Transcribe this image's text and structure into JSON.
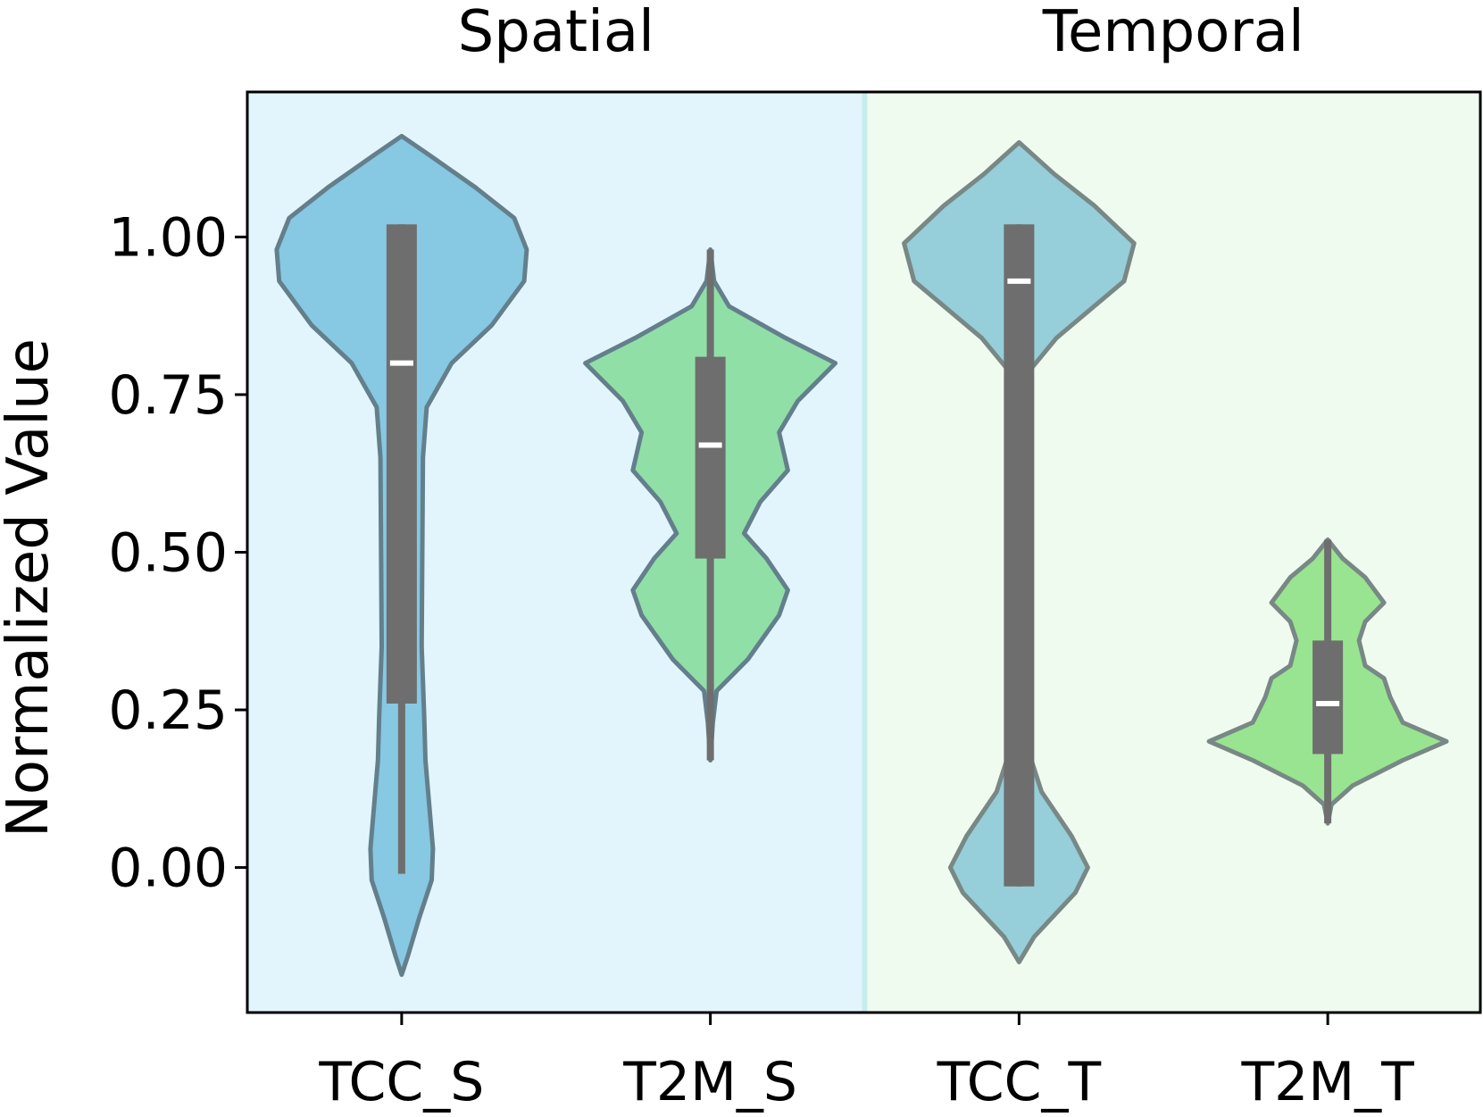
{
  "chart_data": {
    "type": "violin",
    "ylabel": "Normalized Value",
    "yticks": [
      "0.00",
      "0.25",
      "0.50",
      "0.75",
      "1.00"
    ],
    "ylim": [
      -0.23,
      1.23
    ],
    "groups": [
      {
        "label": "Spatial",
        "color": "#e2f5fc",
        "categories": [
          "TCC_S",
          "T2M_S"
        ]
      },
      {
        "label": "Temporal",
        "color": "#f0fbf0",
        "categories": [
          "TCC_T",
          "T2M_T"
        ]
      }
    ],
    "violins": [
      {
        "name": "TCC_S",
        "color": "#87c8e2",
        "edge": "#647f8c",
        "range": [
          -0.17,
          1.16
        ],
        "whisker": [
          -0.01,
          1.02
        ],
        "q1": 0.26,
        "median": 0.8,
        "q3": 1.02,
        "density": [
          [
            -0.17,
            0
          ],
          [
            -0.14,
            0.05
          ],
          [
            -0.08,
            0.14
          ],
          [
            -0.02,
            0.24
          ],
          [
            0.03,
            0.25
          ],
          [
            0.1,
            0.22
          ],
          [
            0.17,
            0.19
          ],
          [
            0.24,
            0.18
          ],
          [
            0.35,
            0.16
          ],
          [
            0.5,
            0.165
          ],
          [
            0.65,
            0.17
          ],
          [
            0.73,
            0.2
          ],
          [
            0.8,
            0.4
          ],
          [
            0.86,
            0.72
          ],
          [
            0.93,
            0.98
          ],
          [
            0.98,
            1.0
          ],
          [
            1.03,
            0.9
          ],
          [
            1.08,
            0.58
          ],
          [
            1.13,
            0.22
          ],
          [
            1.16,
            0
          ]
        ]
      },
      {
        "name": "T2M_S",
        "color": "#90dfa7",
        "edge": "#647f8c",
        "range": [
          0.17,
          0.98
        ],
        "whisker": [
          0.17,
          0.98
        ],
        "q1": 0.49,
        "median": 0.67,
        "q3": 0.81,
        "density": [
          [
            0.17,
            0
          ],
          [
            0.23,
            0.02
          ],
          [
            0.28,
            0.05
          ],
          [
            0.33,
            0.3
          ],
          [
            0.4,
            0.55
          ],
          [
            0.44,
            0.62
          ],
          [
            0.49,
            0.45
          ],
          [
            0.53,
            0.27
          ],
          [
            0.58,
            0.4
          ],
          [
            0.63,
            0.62
          ],
          [
            0.69,
            0.55
          ],
          [
            0.74,
            0.7
          ],
          [
            0.8,
            1.0
          ],
          [
            0.84,
            0.6
          ],
          [
            0.89,
            0.15
          ],
          [
            0.93,
            0.03
          ],
          [
            0.98,
            0
          ]
        ]
      },
      {
        "name": "TCC_T",
        "color": "#96ced9",
        "edge": "#788885",
        "range": [
          -0.15,
          1.15
        ],
        "whisker": [
          -0.03,
          1.02
        ],
        "q1": -0.03,
        "median": 0.93,
        "q3": 1.02,
        "density": [
          [
            -0.15,
            0
          ],
          [
            -0.11,
            0.12
          ],
          [
            -0.04,
            0.45
          ],
          [
            0.0,
            0.55
          ],
          [
            0.05,
            0.42
          ],
          [
            0.12,
            0.18
          ],
          [
            0.2,
            0.05
          ],
          [
            0.5,
            0.05
          ],
          [
            0.78,
            0.05
          ],
          [
            0.84,
            0.3
          ],
          [
            0.93,
            0.84
          ],
          [
            0.99,
            0.92
          ],
          [
            1.05,
            0.6
          ],
          [
            1.1,
            0.28
          ],
          [
            1.15,
            0
          ]
        ]
      },
      {
        "name": "T2M_T",
        "color": "#99e491",
        "edge": "#788885",
        "range": [
          0.07,
          0.52
        ],
        "whisker": [
          0.07,
          0.52
        ],
        "q1": 0.18,
        "median": 0.26,
        "q3": 0.36,
        "density": [
          [
            0.07,
            0
          ],
          [
            0.1,
            0.03
          ],
          [
            0.13,
            0.2
          ],
          [
            0.17,
            0.6
          ],
          [
            0.2,
            0.95
          ],
          [
            0.23,
            0.6
          ],
          [
            0.27,
            0.5
          ],
          [
            0.3,
            0.45
          ],
          [
            0.32,
            0.3
          ],
          [
            0.36,
            0.25
          ],
          [
            0.39,
            0.3
          ],
          [
            0.42,
            0.45
          ],
          [
            0.46,
            0.3
          ],
          [
            0.49,
            0.12
          ],
          [
            0.52,
            0
          ]
        ]
      }
    ],
    "grid": false,
    "legend": "none"
  }
}
